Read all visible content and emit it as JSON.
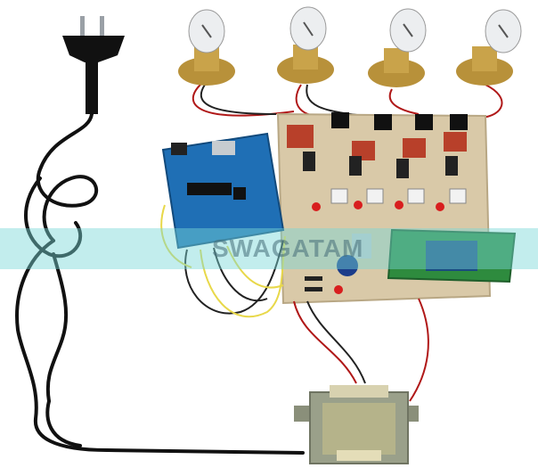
{
  "watermark": {
    "text": "SWAGATAM",
    "color": "#78d7d7"
  },
  "photo": {
    "subject": "microcontroller-lamp-control-circuit",
    "colors": {
      "pcb": "#d9c9a8",
      "arduino": "#1f6fb5",
      "bluetooth_module": "#2e8b3e",
      "transformer_core": "#8a8f7a",
      "lamp_brass": "#b8913a",
      "cable": "#111111"
    },
    "lamps": [
      {
        "name": "lamp-1"
      },
      {
        "name": "lamp-2"
      },
      {
        "name": "lamp-3"
      },
      {
        "name": "lamp-4"
      }
    ]
  }
}
